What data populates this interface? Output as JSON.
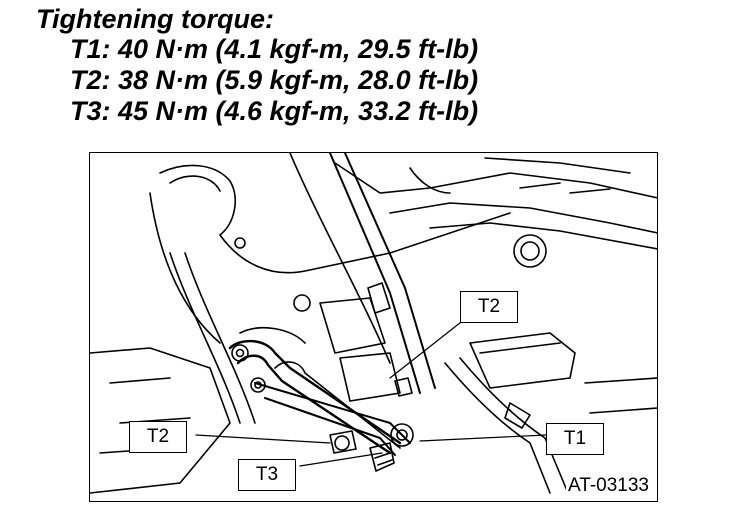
{
  "torque_spec": {
    "title": "Tightening torque:",
    "items": [
      "T1: 40 N·m (4.1 kgf-m, 29.5 ft-lb)",
      "T2: 38 N·m (5.9 kgf-m, 28.0 ft-lb)",
      "T3: 45 N·m (4.6 kgf-m, 33.2 ft-lb)"
    ]
  },
  "figure": {
    "callouts": {
      "t2_upper": "T2",
      "t2_left": "T2",
      "t1": "T1",
      "t3": "T3"
    },
    "figure_id": "AT-03133"
  }
}
